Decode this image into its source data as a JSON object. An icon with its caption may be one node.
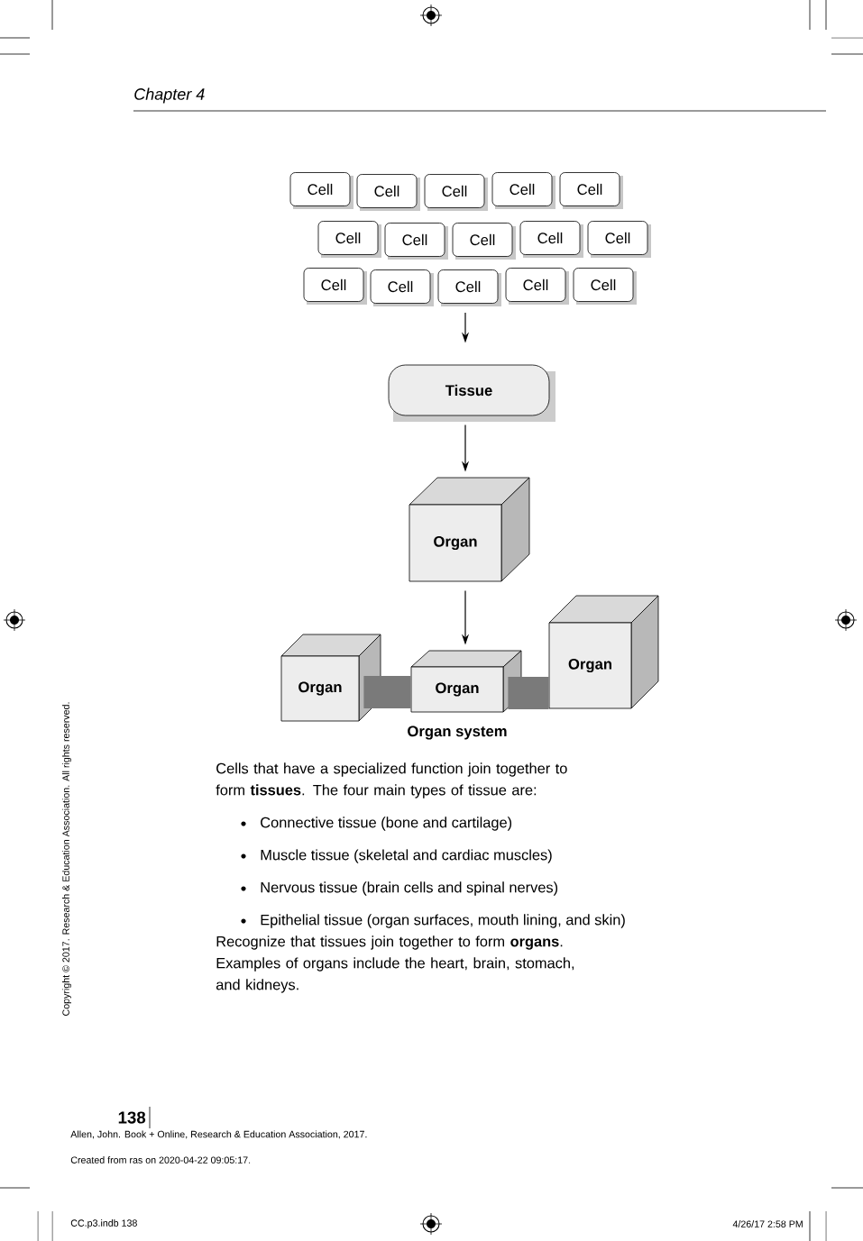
{
  "diagram": {
    "nodes": [
      {
        "text": [
          "Cell"
        ]
      },
      {
        "text": [
          "Cell"
        ]
      },
      {
        "text": [
          "Cell"
        ]
      },
      {
        "text": [
          "Cell"
        ]
      },
      {
        "text": [
          "Cell"
        ]
      },
      {
        "text": [
          "Cell"
        ]
      },
      {
        "text": [
          "Cell"
        ]
      },
      {
        "text": [
          "Cell"
        ]
      },
      {
        "text": [
          "Cell"
        ]
      },
      {
        "text": [
          "Cell"
        ]
      },
      {
        "text": [
          "Cell"
        ]
      },
      {
        "text": [
          "Cell"
        ]
      },
      {
        "text": [
          "Cell"
        ]
      },
      {
        "text": [
          "Cell"
        ]
      },
      {
        "text": [
          "Cell"
        ]
      },
      {
        "text": [
          "Tissue"
        ]
      },
      {
        "text": [
          "Organ"
        ]
      },
      {
        "text": [
          "Organ"
        ]
      },
      {
        "text": [
          "Organ"
        ]
      },
      {
        "text": [
          "Organ"
        ]
      }
    ],
    "edges": [
      {
        "from": 12,
        "to": 15,
        "arrow": "to"
      },
      {
        "from": 15,
        "to": 16,
        "arrow": "to"
      },
      {
        "from": 16,
        "to": 18,
        "arrow": "to"
      },
      {
        "from": 17,
        "to": 18,
        "arrow": "none",
        "style": "thick",
        "color": "#7a7a7a"
      },
      {
        "from": 18,
        "to": 19,
        "arrow": "none",
        "style": "thick",
        "color": "#7a7a7a"
      }
    ],
    "labels": [
      "Chapter 4",
      "Organ system",
      "Cells that have a specialized function join together to form **tissues**. The four main types of tissue are:",
      "Connective tissue (bone and cartilage)",
      "Muscle tissue (skeletal and cardiac muscles)",
      "Nervous tissue (brain cells and spinal nerves)",
      "Epithelial tissue (organ surfaces, mouth lining, and skin)",
      "Recognize that tissues join together to form **organs**. Examples of organs include the heart, brain, stomach, and kidneys.",
      "Copyright © 2017. Research & Education Association. All rights reserved.",
      "138",
      "Allen, John. Book + Online, Research & Education Association, 2017.",
      "Created from ras on 2020-04-22 09:05:17.",
      "CC.p3.indb   138",
      "4/26/17   2:58 PM"
    ]
  }
}
